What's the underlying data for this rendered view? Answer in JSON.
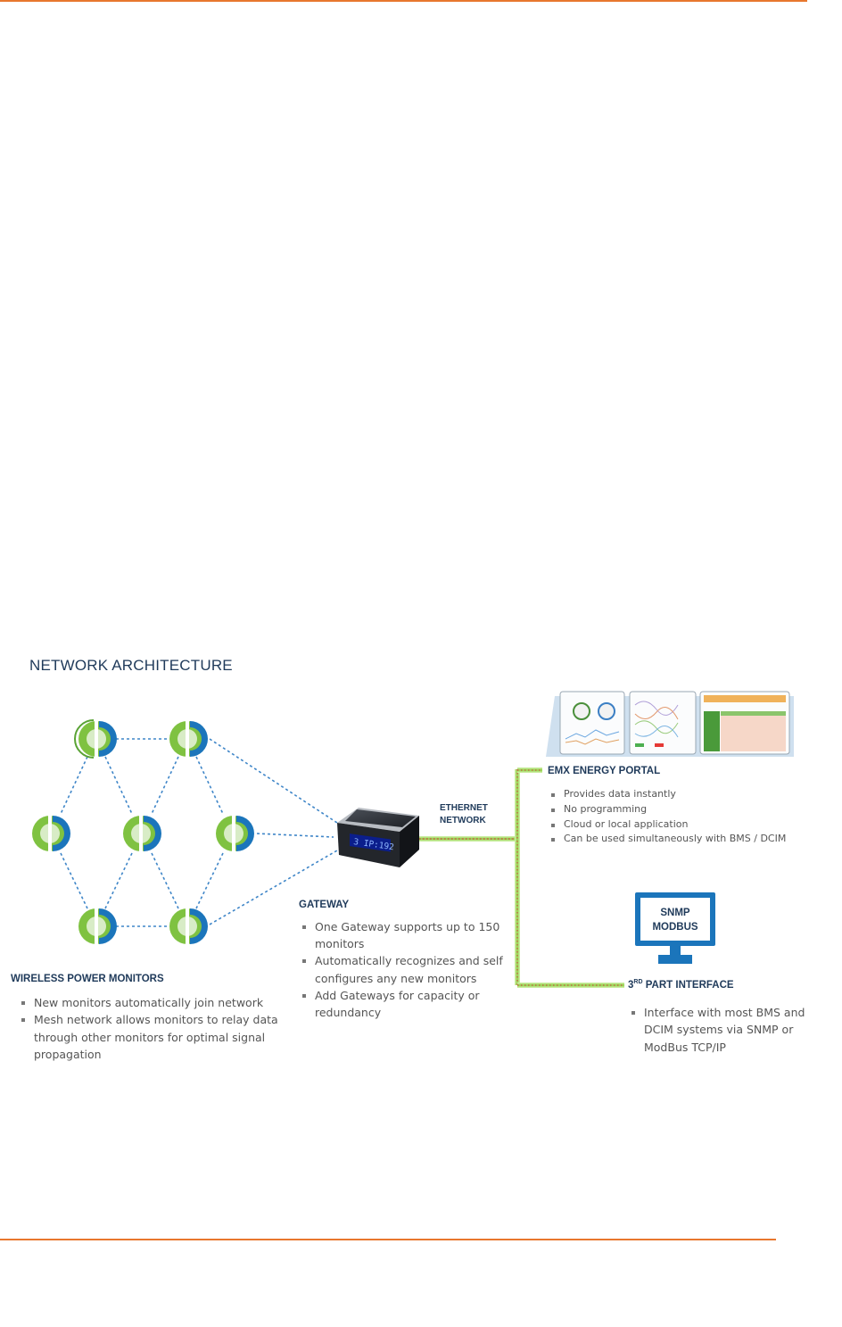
{
  "title": "NETWORK ARCHITECTURE",
  "colors": {
    "accent_orange": "#e8772e",
    "heading_navy": "#1f3a5a",
    "monitor_green": "#7fc241",
    "monitor_blue": "#1b75bb",
    "dashed_link_blue": "#3f86c8",
    "ethernet_green": "#9cd65a",
    "ethernet_red": "#d23a3a"
  },
  "wireless_monitors": {
    "heading": "WIRELESS POWER MONITORS",
    "bullets": [
      "New monitors automatically join network",
      "Mesh network allows monitors to relay data through other monitors for optimal signal propagation"
    ]
  },
  "gateway": {
    "heading": "GATEWAY",
    "display_text": "3 IP:192",
    "bullets": [
      "One Gateway supports up to 150 monitors",
      "Automatically recognizes and self configures any new monitors",
      "Add Gateways for capacity or redundancy"
    ]
  },
  "ethernet": {
    "line1": "ETHERNET",
    "line2": "NETWORK"
  },
  "emx_portal": {
    "heading": "EMX ENERGY PORTAL",
    "bullets": [
      "Provides data instantly",
      "No programming",
      "Cloud or local application",
      "Can be used simultaneously with BMS / DCIM"
    ]
  },
  "third_party": {
    "heading_prefix": "3",
    "heading_sup": "RD",
    "heading_suffix": " PART INTERFACE",
    "monitor_line1": "SNMP",
    "monitor_line2": "MODBUS",
    "bullets": [
      "Interface with most BMS and DCIM systems via SNMP or ModBus TCP/IP"
    ]
  }
}
